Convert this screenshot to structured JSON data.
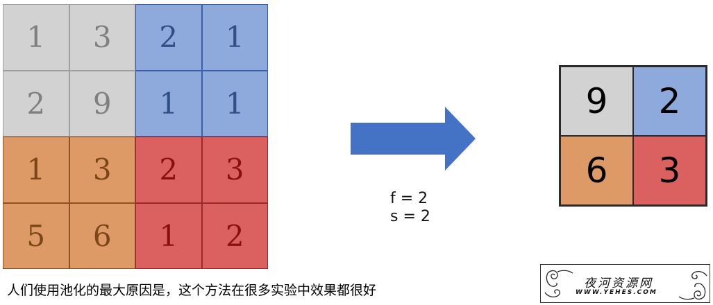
{
  "input_grid": {
    "rows": [
      [
        "1",
        "3",
        "2",
        "1"
      ],
      [
        "2",
        "9",
        "1",
        "1"
      ],
      [
        "1",
        "3",
        "2",
        "3"
      ],
      [
        "5",
        "6",
        "1",
        "2"
      ]
    ],
    "quadrant_colors": {
      "top_left": "#d3d2d2",
      "top_right": "#8eaadc",
      "bottom_left": "#dd9a66",
      "bottom_right": "#db6060"
    }
  },
  "arrow_color": "#4472c4",
  "params": {
    "filter": "f = 2",
    "stride": "s = 2"
  },
  "output_grid": {
    "rows": [
      [
        "9",
        "2"
      ],
      [
        "6",
        "3"
      ]
    ]
  },
  "caption": "人们使用池化的最大原因是，这个方法在很多实验中效果都很好",
  "watermark": {
    "title": "夜河资源网",
    "url": "WWW.YEHES.COM"
  }
}
